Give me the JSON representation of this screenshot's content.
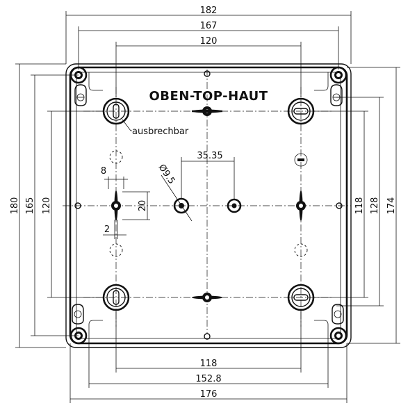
{
  "title": "OBEN-TOP-HAUT",
  "note": "ausbrechbar",
  "dimensions": {
    "top_182": "182",
    "top_167": "167",
    "top_120": "120",
    "bottom_118": "118",
    "bottom_152_8": "152.8",
    "bottom_176": "176",
    "left_180": "180",
    "left_165": "165",
    "left_120": "120",
    "right_118": "118",
    "right_128": "128",
    "right_174": "174",
    "spacing_35_35": "35.35",
    "hole_dia": "Ø9.5",
    "slot_8": "8",
    "slot_20": "20",
    "slot_2": "2"
  }
}
